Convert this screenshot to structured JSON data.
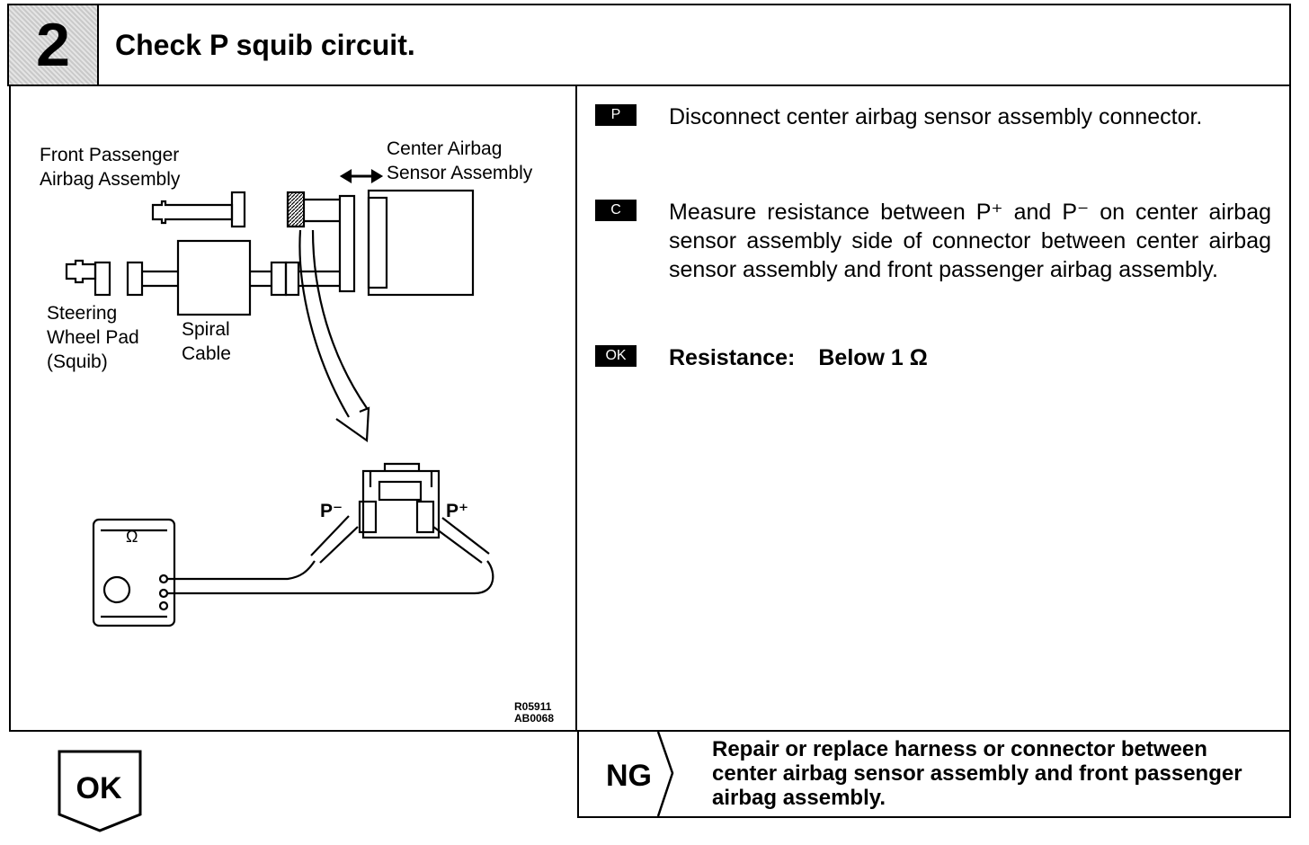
{
  "header": {
    "step_number": "2",
    "title": "Check P squib circuit."
  },
  "figure": {
    "labels": {
      "front_passenger": "Front Passenger",
      "airbag_assembly": "Airbag Assembly",
      "center_airbag": "Center Airbag",
      "sensor_assembly": "Sensor Assembly",
      "steering": "Steering",
      "wheel_pad": "Wheel Pad",
      "squib": "(Squib)",
      "spiral": "Spiral",
      "cable": "Cable",
      "p_minus": "P⁻",
      "p_plus": "P⁺",
      "ohm": "Ω"
    },
    "codes": [
      "R05911",
      "AB0068"
    ]
  },
  "steps": [
    {
      "badge": "P",
      "text": "Disconnect center airbag sensor assembly connector."
    },
    {
      "badge": "C",
      "text": "Measure resistance between P⁺ and P⁻ on center airbag sensor assembly side of connector between center airbag sensor assembly and front passenger airbag assembly."
    }
  ],
  "ok_row": {
    "badge": "OK",
    "label": "Resistance:",
    "value": "Below 1 Ω"
  },
  "result_ok": {
    "label": "OK"
  },
  "result_ng": {
    "label": "NG",
    "action": "Repair or replace harness or connector between center airbag sensor assembly and front passenger airbag assembly."
  }
}
